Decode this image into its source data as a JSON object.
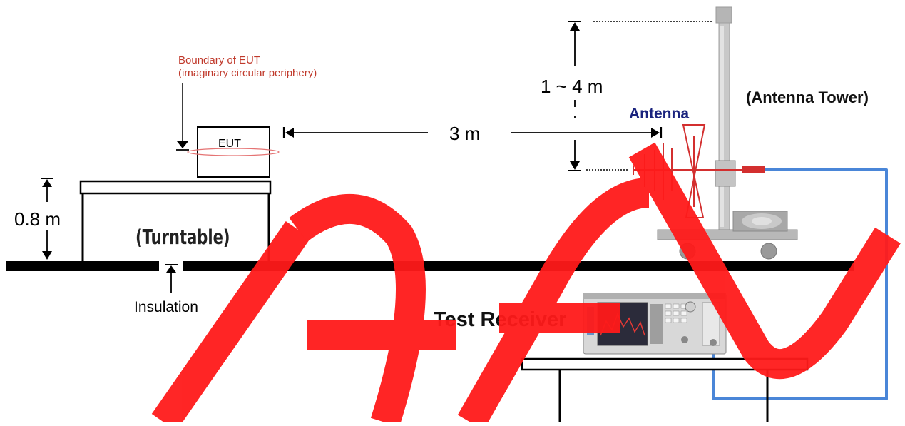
{
  "labels": {
    "boundary_line1": "Boundary of EUT",
    "boundary_line2": "(imaginary circular periphery)",
    "eut": "EUT",
    "height_table": "0.8 m",
    "turntable": "(Turntable)",
    "insulation": "Insulation",
    "distance": "3 m",
    "antenna": "Antenna",
    "antenna_height": "1 ~ 4 m",
    "antenna_tower": "(Antenna Tower)",
    "test_receiver": "Test Receiver"
  },
  "colors": {
    "boundary_text": "#c0392b",
    "antenna_label": "#1a237e",
    "antenna_drawing": "#d32f2f",
    "cable": "#4a86d8",
    "watermark": "#ff1a1a",
    "ground": "#000000"
  },
  "icons": {
    "receiver": "spectrum-analyzer-icon",
    "antenna": "log-periodic-antenna-icon",
    "watermark": "watermark-logo"
  }
}
